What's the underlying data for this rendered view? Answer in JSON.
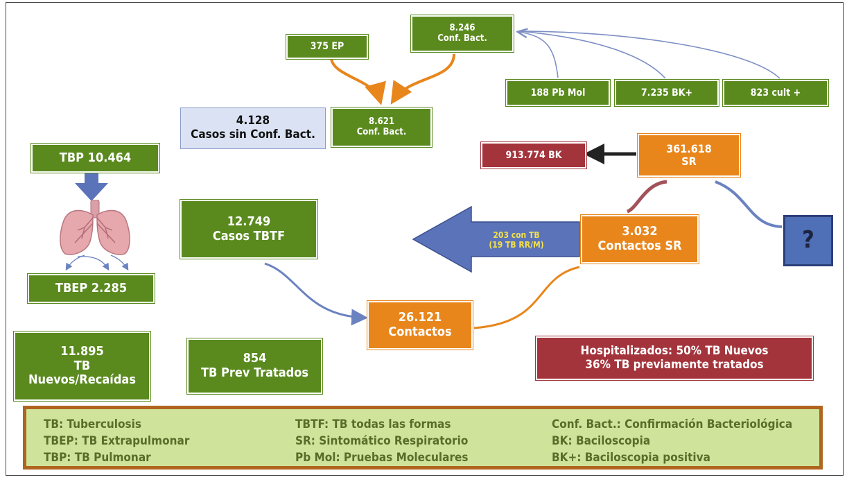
{
  "nodes": {
    "ep": [
      "375 EP"
    ],
    "conf_top": [
      "8.246",
      "Conf. Bact."
    ],
    "pb_mol": [
      "188 Pb Mol"
    ],
    "bk_pos": [
      "7.235 BK+"
    ],
    "cult": [
      "823 cult +"
    ],
    "sin_conf": [
      "4.128",
      "Casos sin Conf. Bact."
    ],
    "conf_mid": [
      "8.621",
      "Conf. Bact."
    ],
    "bk": [
      "913.774 BK"
    ],
    "sr": [
      "361.618",
      "SR"
    ],
    "tbp": [
      "TBP 10.464"
    ],
    "tbtf": [
      "12.749",
      "Casos TBTF"
    ],
    "contactos_sr": [
      "3.032",
      "Contactos SR"
    ],
    "question": [
      "?"
    ],
    "tbep": [
      "TBEP 2.285"
    ],
    "contactos": [
      "26.121",
      "Contactos"
    ],
    "nuevos": [
      "11.895",
      "TB",
      "Nuevos/Recaídas"
    ],
    "prev": [
      "854",
      "TB Prev Tratados"
    ],
    "hosp": [
      "Hospitalizados: 50% TB Nuevos",
      "36% TB previamente tratados"
    ]
  },
  "big_arrow_label": [
    "203 con TB",
    "(19 TB RR/M)"
  ],
  "legend": {
    "col1": [
      "TB: Tuberculosis",
      "TBEP: TB Extrapulmonar",
      "TBP: TB Pulmonar"
    ],
    "col2": [
      "TBTF: TB todas las formas",
      "SR: Sintomático Respiratorio",
      "Pb Mol: Pruebas Moleculares"
    ],
    "col3": [
      "Conf. Bact.: Confirmación Bacteriológica",
      "BK: Baciloscopia",
      "BK+: Baciloscopia positiva"
    ]
  },
  "icons": {
    "lungs": "lungs-icon"
  },
  "colors": {
    "green": "#5a8a1e",
    "orange": "#e8861c",
    "red": "#a3343c",
    "blue_arrow": "#5b73b8",
    "legend_bg": "#cfe49a",
    "legend_border": "#b0651f"
  }
}
